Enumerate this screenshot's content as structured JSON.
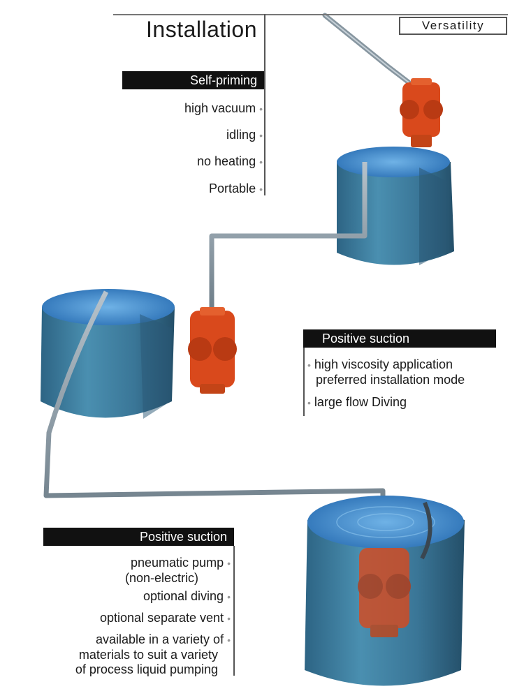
{
  "heading": {
    "title": "Installation",
    "versatility": "Versatility"
  },
  "panel_self_priming": {
    "header": "Self-priming",
    "items": [
      "high vacuum",
      "idling",
      "no heating",
      "Portable"
    ]
  },
  "panel_positive_suction_1": {
    "header": "Positive suction",
    "items": [
      [
        "high viscosity application",
        "preferred installation mode"
      ],
      [
        "large flow Diving"
      ]
    ]
  },
  "panel_positive_suction_2": {
    "header": "Positive suction",
    "items": [
      [
        "pneumatic pump",
        "(non-electric)"
      ],
      [
        "optional diving"
      ],
      [
        "optional separate vent"
      ],
      [
        "available in a variety of",
        "materials to suit a variety",
        "of process liquid pumping"
      ]
    ]
  },
  "colors": {
    "tank": "#3f7f9e",
    "water": "#2e7fc8",
    "pump": "#d9491c",
    "pipe": "#8a9aa6"
  }
}
